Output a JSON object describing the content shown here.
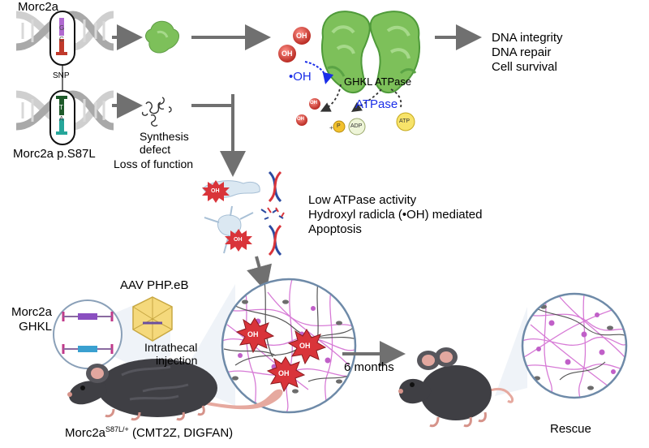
{
  "labels": {
    "morc2a_top": "Morc2a",
    "snp": "SNP",
    "morc2a_mutant": "Morc2a p.S87L",
    "top_base_1": "G",
    "top_base_2": "C",
    "bottom_base_1": "T",
    "bottom_base_2": "A",
    "synthesis_defect": [
      "Synthesis",
      "defect"
    ],
    "loss_of_function": "Loss of function",
    "outcomes": [
      "DNA integrity",
      "DNA repair",
      "Cell survival"
    ],
    "ghkl_atpase": "GHKL ATPase",
    "atpase_blue": "ATPase",
    "oh_blue": "•OH",
    "radical": "OH",
    "p_label": "P",
    "adp_label": "ADP",
    "atp_label": "ATP",
    "mutant_effects": [
      "Low ATPase activity",
      "Hydroxyl radicla (•OH) mediated",
      "Apoptosis"
    ],
    "aav_label": "AAV PHP.eB",
    "construct_labels": [
      "Morc2a",
      "GHKL"
    ],
    "intrathecal": [
      "Intrathecal",
      "injection"
    ],
    "six_months": "6 months",
    "rescue": "Rescue",
    "mouse_model_base": "Morc2a",
    "mouse_model_sup": "S87L/+",
    "mouse_model_rest": " (CMT2Z, DIGFAN)"
  },
  "colors": {
    "protein_green": "#7dc05a",
    "protein_dark": "#4f9a3a",
    "radical_red": "#c0392b",
    "burst_red": "#d9343a",
    "arrow_gray": "#707070",
    "neuron_pink": "#d77bd6",
    "text_blue": "#1a2ee8",
    "mouse_dark": "#3f3f44"
  },
  "icons": [
    "dna-helix-icon",
    "protein-icon",
    "misfolded-protein-icon",
    "neuron-icon",
    "mouse-icon",
    "aav-capsid-icon",
    "radical-burst-icon"
  ]
}
